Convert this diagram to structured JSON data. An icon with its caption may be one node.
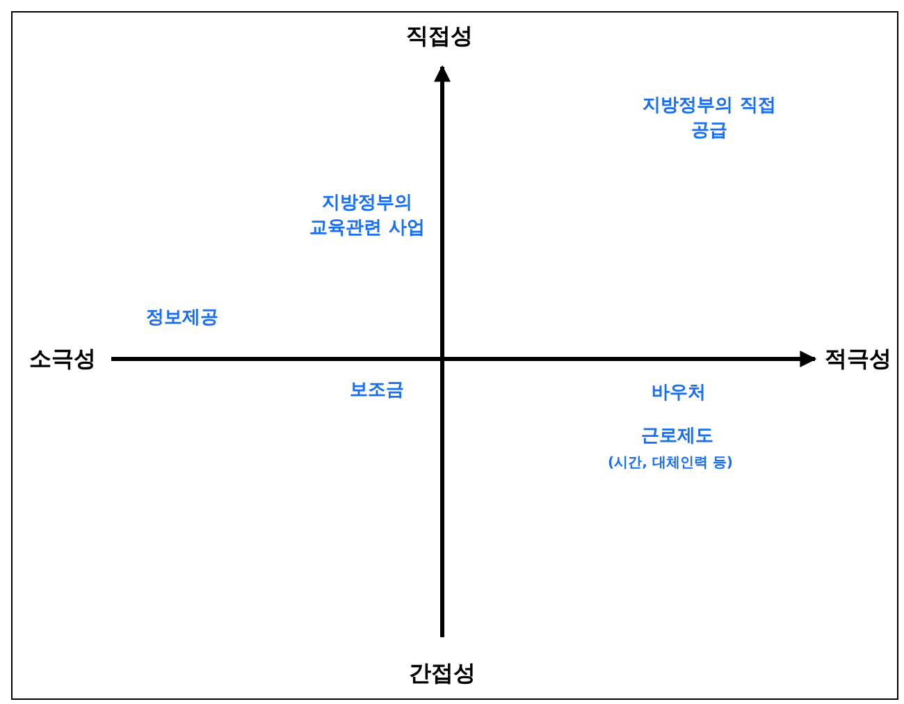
{
  "diagram": {
    "labels": [
      "직접성",
      "지방정부의 직접 공급",
      "지방정부의 교육관련 사업",
      "정보제공",
      "소극성",
      "적극성",
      "보조금",
      "바우처",
      "근로제도",
      "(시간, 대체인력 등)",
      "간접성"
    ]
  }
}
